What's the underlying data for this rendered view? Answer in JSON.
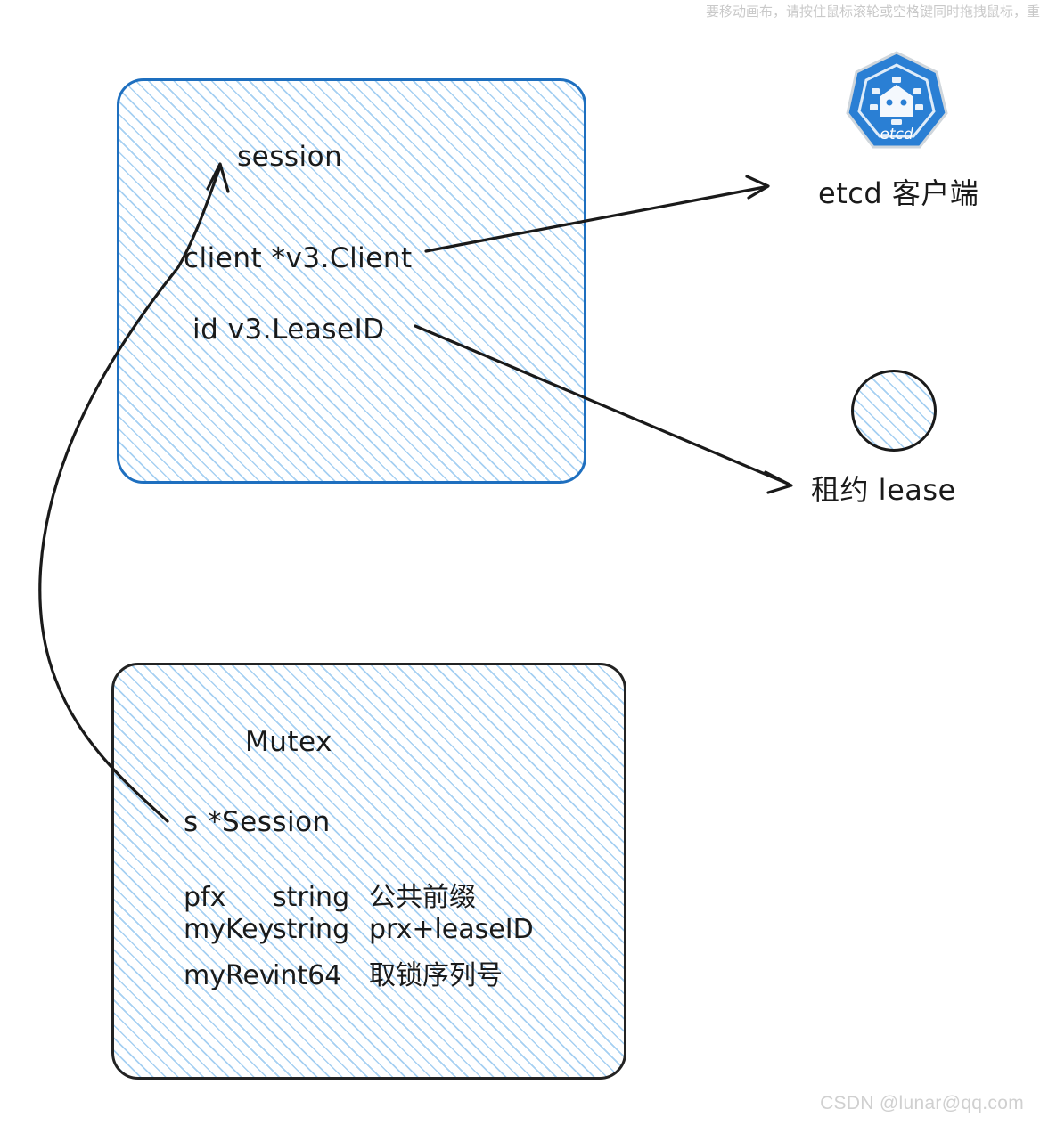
{
  "hint": {
    "text": "要移动画布，请按住鼠标滚轮或空格键同时拖拽鼠标，重"
  },
  "session_box": {
    "title": "session",
    "fields": [
      {
        "label": "client *v3.Client"
      },
      {
        "label": "id v3.LeaseID"
      }
    ],
    "border_color": "#1e6fbf",
    "hatch_color": "#96c8f0"
  },
  "mutex_box": {
    "title": "Mutex",
    "session_field": "s *Session",
    "fields": [
      {
        "name": "pfx",
        "type": "string",
        "desc": "公共前缀"
      },
      {
        "name": "myKey",
        "type": "string",
        "desc": "prx+leaseID"
      },
      {
        "name": "myRev",
        "type": "int64",
        "desc": "取锁序列号"
      }
    ],
    "border_color": "#232323",
    "hatch_color": "#96c8f0"
  },
  "right_side": {
    "etcd_client_label": "etcd 客户端",
    "lease_label": "租约 lease",
    "logo_text": "etcd",
    "logo_color": "#2a7fd4"
  },
  "icons": {
    "etcd_logo": "etcd-logo-icon",
    "lease_circle": "lease-circle-icon"
  },
  "arrows": [
    {
      "name": "client-to-etcd-client",
      "from": "client *v3.Client",
      "to": "etcd 客户端"
    },
    {
      "name": "id-to-lease",
      "from": "id v3.LeaseID",
      "to": "租约 lease"
    },
    {
      "name": "mutex-session-to-session",
      "from": "s *Session",
      "to": "session"
    }
  ],
  "watermark": {
    "text": "CSDN @lunar@qq.com"
  }
}
